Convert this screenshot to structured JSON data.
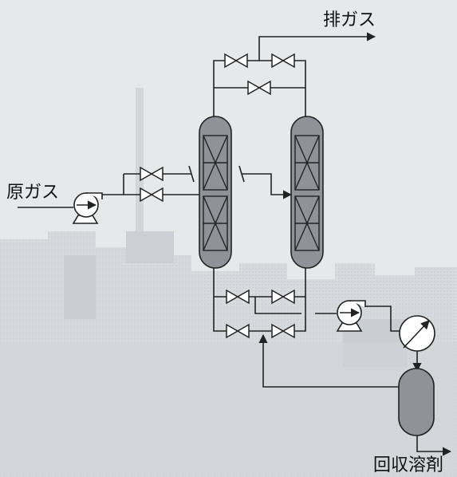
{
  "labels": {
    "exhaust_gas": "排ガス",
    "raw_gas": "原ガス",
    "recovered_solvent": "回収溶剤"
  },
  "colors": {
    "background": "#e6e8ea",
    "background_silhouette": "#c9ccd0",
    "vessel_fill": "#8f9296",
    "line": "#222222"
  },
  "icons": {
    "valve": "gate-valve-icon",
    "pump": "pump-icon",
    "heat_exchanger": "heat-exchanger-icon"
  }
}
